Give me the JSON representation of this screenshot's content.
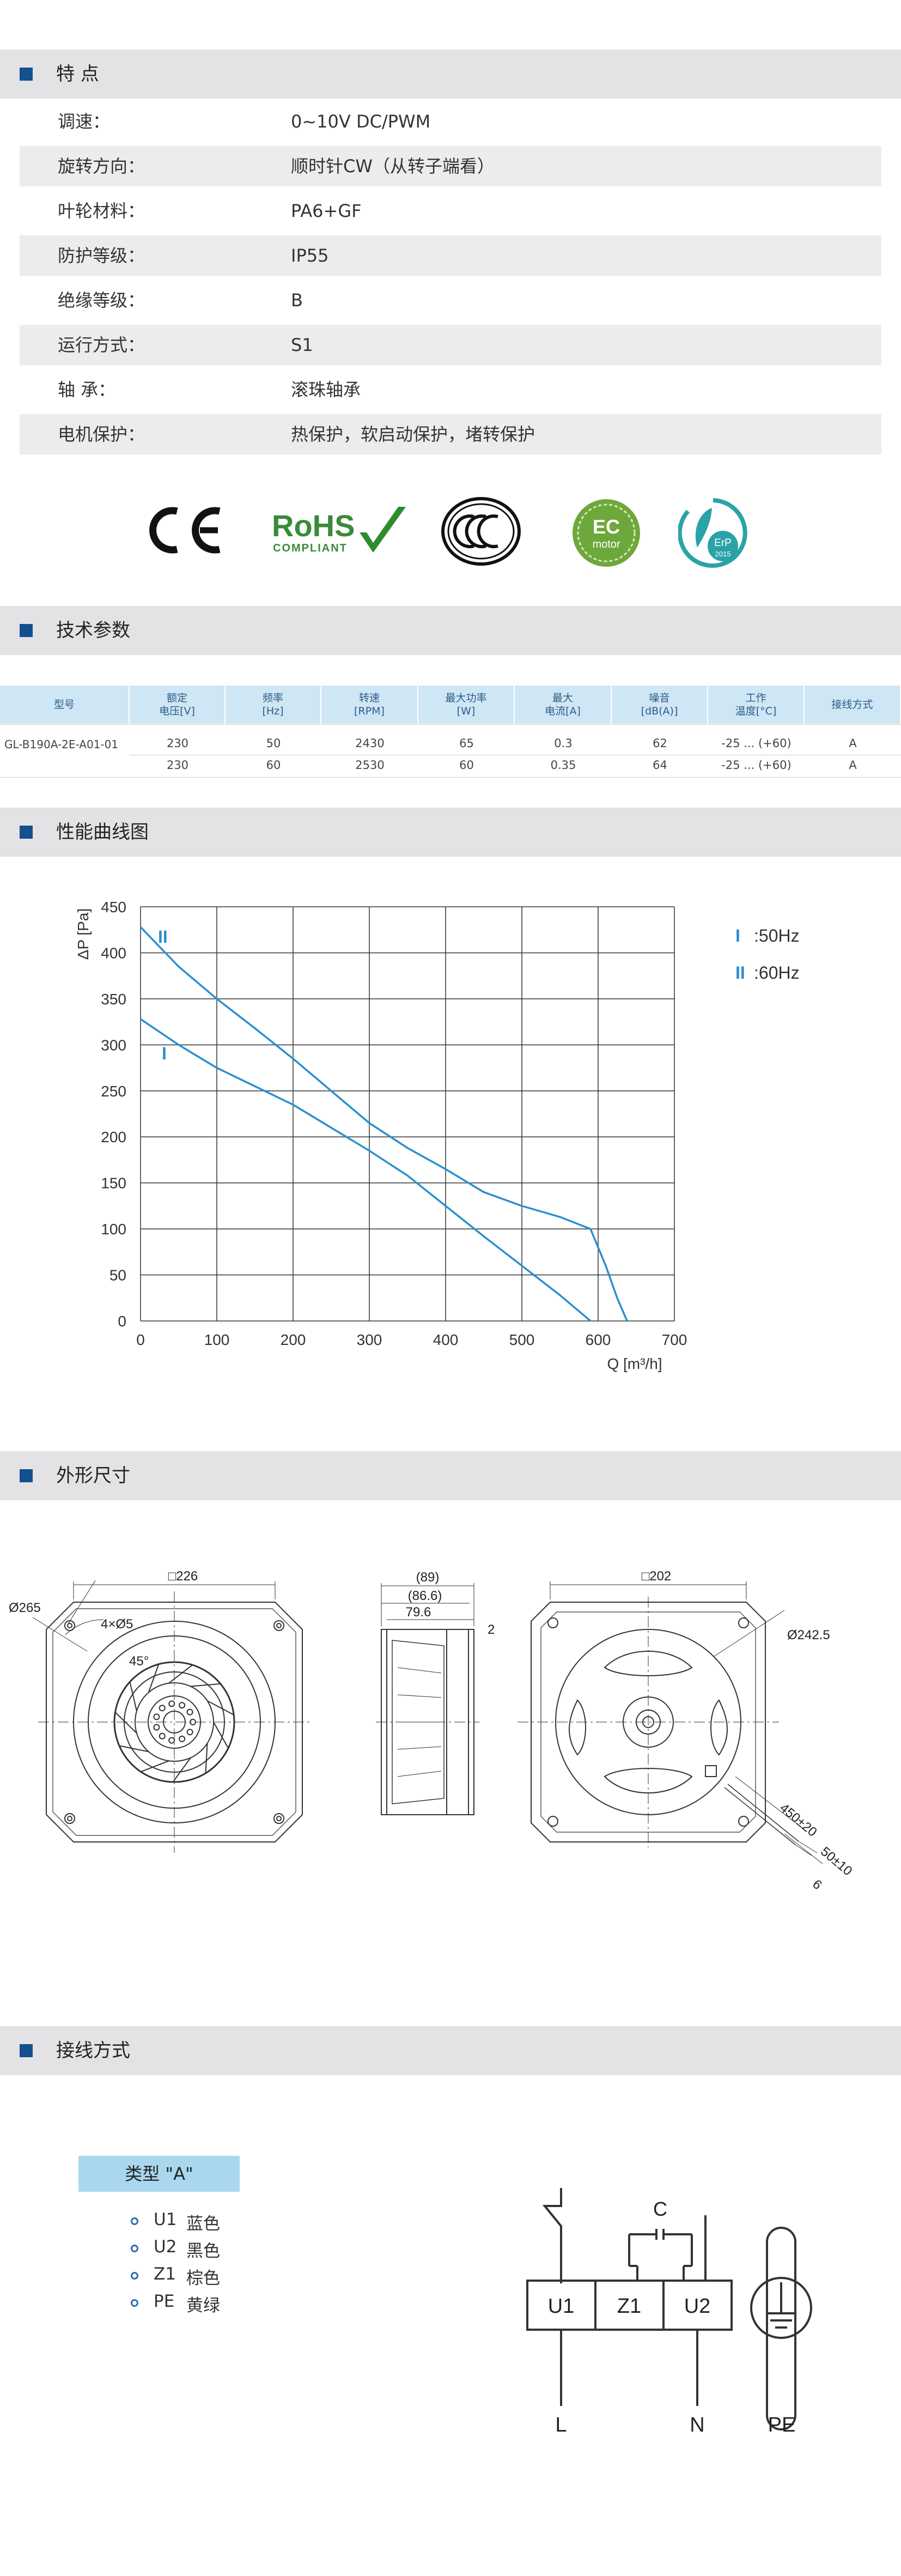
{
  "sections": {
    "features": "特 点",
    "tech": "技术参数",
    "curve": "性能曲线图",
    "dims": "外形尺寸",
    "wiring": "接线方式"
  },
  "features": [
    {
      "label": "调速：",
      "value": "0~10V DC/PWM"
    },
    {
      "label": "旋转方向：",
      "value": "顺时针CW（从转子端看）"
    },
    {
      "label": "叶轮材料：",
      "value": "PA6+GF"
    },
    {
      "label": "防护等级：",
      "value": "IP55"
    },
    {
      "label": "绝缘等级：",
      "value": "B"
    },
    {
      "label": "运行方式：",
      "value": "S1"
    },
    {
      "label": "轴  承：",
      "value": "滚珠轴承"
    },
    {
      "label": "电机保护：",
      "value": "热保护，软启动保护，堵转保护"
    }
  ],
  "certs": {
    "ce": "CE",
    "rohs": "RoHS",
    "rohs_sub": "COMPLIANT",
    "ec1": "EC",
    "ec2": "motor",
    "erp": "ErP",
    "erp_year": "2015"
  },
  "table": {
    "headers": [
      "型号",
      "额定\n电压[V]",
      "频率\n[Hz]",
      "转速\n[RPM]",
      "最大功率\n[W]",
      "最大\n电流[A]",
      "噪音\n[dB(A)]",
      "工作\n温度[°C]",
      "接线方式"
    ],
    "model": "GL-B190A-2E-A01-01",
    "rows": [
      [
        "230",
        "50",
        "2430",
        "65",
        "0.3",
        "62",
        "-25 ... (+60)",
        "A"
      ],
      [
        "230",
        "60",
        "2530",
        "60",
        "0.35",
        "64",
        "-25 ... (+60)",
        "A"
      ]
    ]
  },
  "chart_data": {
    "type": "line",
    "title": "",
    "xlabel": "Q [m³/h]",
    "ylabel": "ΔP [Pa]",
    "xlim": [
      0,
      700
    ],
    "ylim": [
      0,
      450
    ],
    "xticks": [
      "0",
      "100",
      "200",
      "300",
      "400",
      "500",
      "600",
      "700"
    ],
    "yticks": [
      "0",
      "50",
      "100",
      "150",
      "200",
      "250",
      "300",
      "350",
      "400",
      "450"
    ],
    "grid": true,
    "legend_position": "right",
    "color": "#2a8fcf",
    "series": [
      {
        "name": "I",
        "legend": ":50Hz",
        "x": [
          0,
          50,
          100,
          150,
          200,
          250,
          300,
          350,
          400,
          450,
          500,
          550,
          590
        ],
        "y": [
          328,
          300,
          275,
          255,
          235,
          210,
          185,
          158,
          125,
          92,
          60,
          28,
          0
        ]
      },
      {
        "name": "II",
        "legend": ":60Hz",
        "x": [
          0,
          50,
          100,
          150,
          200,
          250,
          300,
          350,
          400,
          450,
          500,
          550,
          590,
          610,
          625,
          638
        ],
        "y": [
          428,
          385,
          350,
          318,
          285,
          250,
          215,
          188,
          165,
          140,
          125,
          113,
          100,
          60,
          25,
          0
        ]
      }
    ]
  },
  "dims": {
    "d226": "□226",
    "d265": "Ø265",
    "holes": "4×Ø5",
    "angle": "45°",
    "d89": "(89)",
    "d86": "(86.6)",
    "d79": "79.6",
    "d2": "2",
    "d202": "□202",
    "d242": "Ø242.5",
    "cable": "450±20",
    "strip": "50±10",
    "strip2": "6"
  },
  "wiring": {
    "type_label": "类型  \"A\"",
    "items": [
      {
        "code": "U1",
        "color": "蓝色"
      },
      {
        "code": "U2",
        "color": "黑色"
      },
      {
        "code": "Z1",
        "color": "棕色"
      },
      {
        "code": "PE",
        "color": "黄绿"
      }
    ],
    "cap": "C",
    "terminals": [
      "U1",
      "Z1",
      "U2"
    ],
    "ground_labels": [
      "L",
      "N",
      "PE"
    ]
  }
}
